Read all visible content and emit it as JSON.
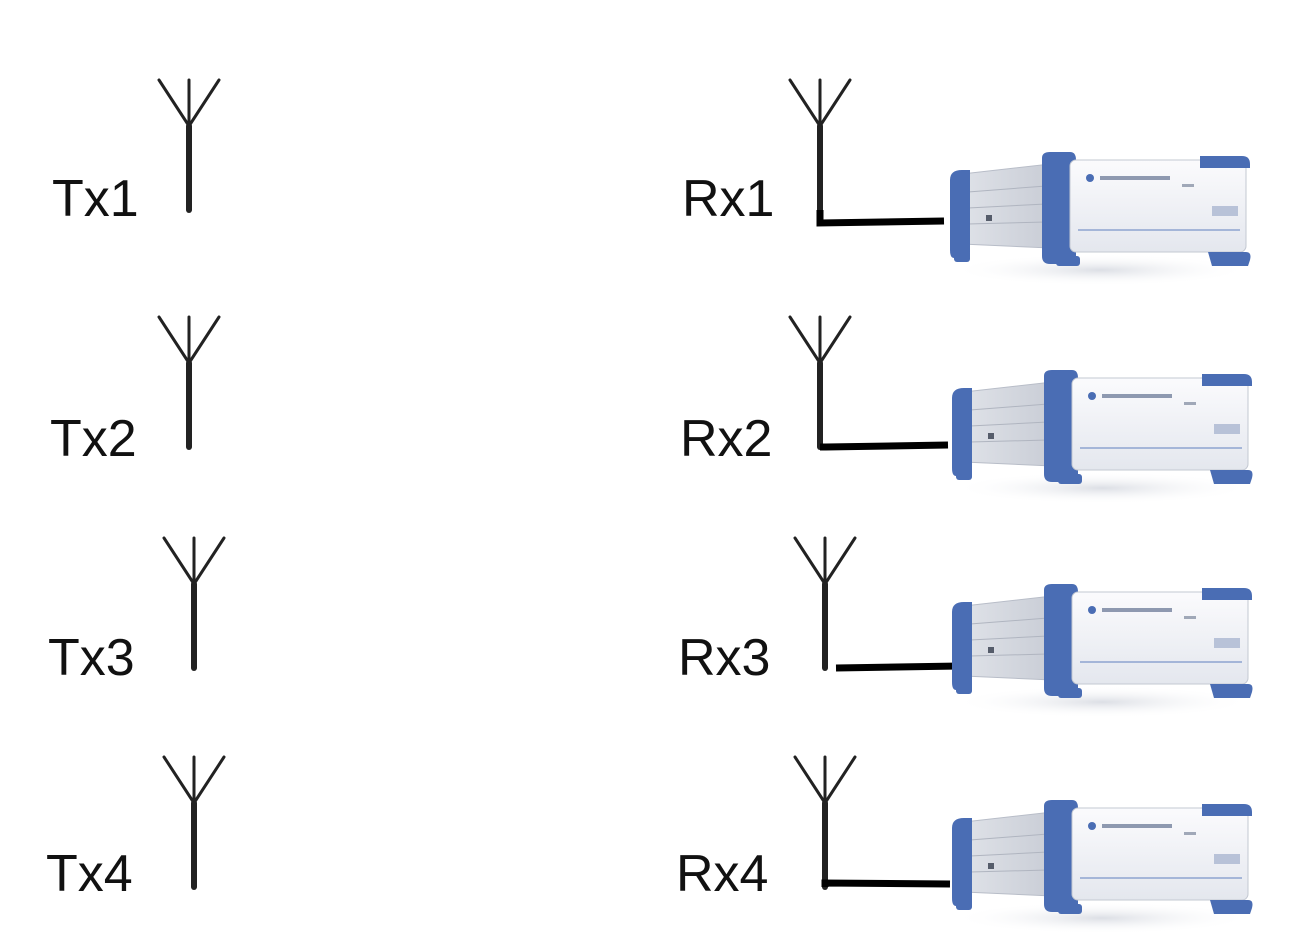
{
  "tx_labels": [
    "Tx1",
    "Tx2",
    "Tx3",
    "Tx4"
  ],
  "rx_labels": [
    "Rx1",
    "Rx2",
    "Rx3",
    "Rx4"
  ],
  "colors": {
    "label": "#111111",
    "antenna": "#222222",
    "cable": "#000000",
    "device_blue": "#4a6db4",
    "device_body": "#f2f3f6",
    "device_panel": "#e3e6ec",
    "device_side": "#cfd3db"
  },
  "icons": [
    "antenna-icon",
    "receiver-device-icon"
  ]
}
